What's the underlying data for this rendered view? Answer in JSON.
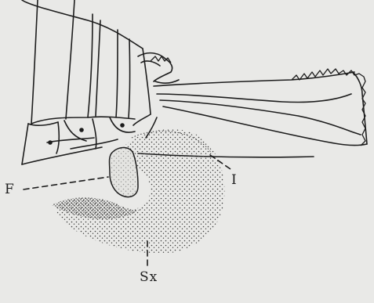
{
  "figure": {
    "background": "#e9e9e7",
    "ink": "#1d1d1d",
    "stipple": "#3a3a3a",
    "labels": {
      "F": "F",
      "I": "I",
      "Sx": "Sx"
    }
  }
}
